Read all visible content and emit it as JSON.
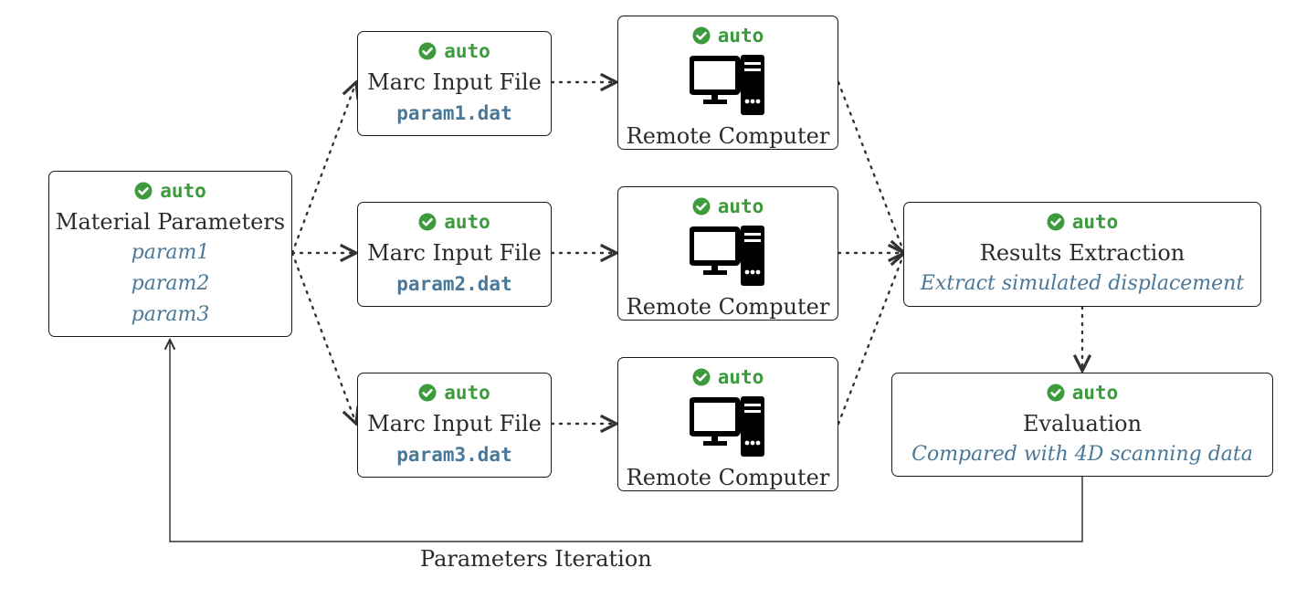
{
  "status_label": "auto",
  "material": {
    "title": "Material Parameters",
    "params": [
      "param1",
      "param2",
      "param3"
    ]
  },
  "input_files": [
    {
      "title": "Marc Input File",
      "file": "param1.dat"
    },
    {
      "title": "Marc Input File",
      "file": "param2.dat"
    },
    {
      "title": "Marc Input File",
      "file": "param3.dat"
    }
  ],
  "remotes": [
    {
      "title": "Remote Computer",
      "icon": "computer-icon"
    },
    {
      "title": "Remote Computer",
      "icon": "computer-icon"
    },
    {
      "title": "Remote Computer",
      "icon": "computer-icon"
    }
  ],
  "results": {
    "title": "Results Extraction",
    "description": "Extract simulated displacement"
  },
  "evaluation": {
    "title": "Evaluation",
    "description": "Compared with 4D scanning data"
  },
  "loop_label": "Parameters Iteration",
  "colors": {
    "status": "#3d9a3d",
    "param_text": "#4a7898",
    "border": "#1a1a1a",
    "text": "#2b2b2b"
  }
}
